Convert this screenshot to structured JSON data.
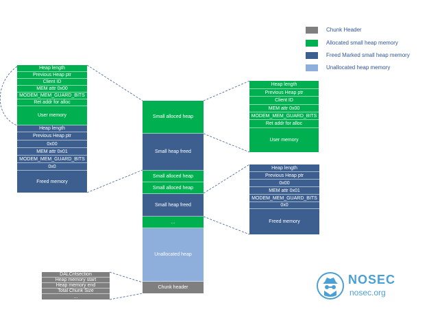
{
  "legend": {
    "items": [
      {
        "label": "Chunk Header",
        "color": "#7f7f7f"
      },
      {
        "label": "Allocated small heap memory",
        "color": "#00b050"
      },
      {
        "label": "Freed Marked small heap memory",
        "color": "#3c5f8f"
      },
      {
        "label": "Unallocated heap memory",
        "color": "#8eaedb"
      }
    ]
  },
  "left_detail": {
    "allocated_rows": [
      "Heap length",
      "Previous Heap ptr",
      "Client ID",
      "MEM attr 0x00",
      "MODEM_MEM_GUARD_BITS",
      "Ret addr for alloc"
    ],
    "allocated_body": "User memory",
    "freed_rows": [
      "Heap length",
      "Previous Heap ptr",
      "0x00",
      "MEM attr 0x01",
      "MODEM_MEM_GUARD_BITS",
      "0x0"
    ],
    "freed_body": "Freed memory"
  },
  "center_column": {
    "blocks": [
      {
        "label": "Small alloced heap",
        "kind": "green"
      },
      {
        "label": "Small heap freed",
        "kind": "blue"
      },
      {
        "label": "Small alloced heap",
        "kind": "green"
      },
      {
        "label": "Small alloced heap",
        "kind": "green"
      },
      {
        "label": "Small heap freed",
        "kind": "blue"
      },
      {
        "label": "...",
        "kind": "green"
      },
      {
        "label": "Unallocated heap",
        "kind": "light"
      },
      {
        "label": "Chunk header",
        "kind": "gray"
      }
    ]
  },
  "right_top_detail": {
    "rows": [
      "Heap length",
      "Previous Heap ptr",
      "Client ID",
      "MEM attr 0x00",
      "MODEM_MEM_GUARD_BITS",
      "Ret addr for alloc"
    ],
    "body": "User memory"
  },
  "right_bottom_detail": {
    "rows": [
      "Heap length",
      "Previous Heap ptr",
      "0x00",
      "MEM attr 0x01",
      "MODEM_MEM_GUARD_BITS",
      "0x0"
    ],
    "body": "Freed memory"
  },
  "chunk_header_detail": {
    "rows": [
      "DALCritsection",
      "Heap memory start",
      "Heap memory end",
      "Total Chunk Size",
      "..."
    ]
  },
  "logo": {
    "name": "NOSEC",
    "domain": "nosec.org",
    "color": "#4a9fd5"
  }
}
